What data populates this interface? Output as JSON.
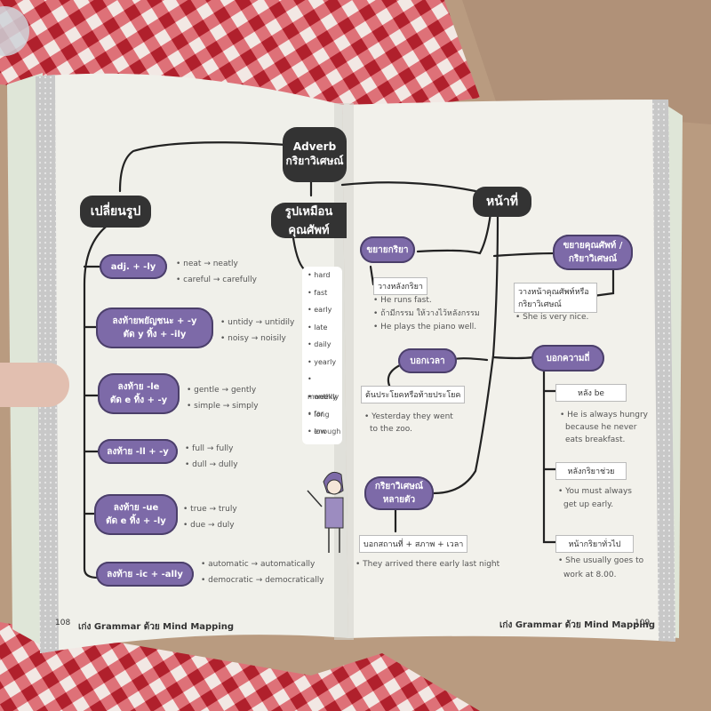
{
  "left_page": {
    "root": {
      "line1": "Adverb",
      "line2": "กริยาวิเศษณ์"
    },
    "change_title": "เปลี่ยนรูป",
    "same_title": "รูปเหมือนคุณศัพท์",
    "rules": [
      {
        "label": [
          "adj. + -ly"
        ],
        "examples": [
          "• neat → neatly",
          "• careful → carefully"
        ]
      },
      {
        "label": [
          "ลงท้ายพยัญชนะ + -y",
          "ตัด y ทิ้ง + -ily"
        ],
        "examples": [
          "• untidy → untidily",
          "• noisy → noisily"
        ]
      },
      {
        "label": [
          "ลงท้าย -le",
          "ตัด e ทิ้ง + -y"
        ],
        "examples": [
          "• gentle → gently",
          "• simple → simply"
        ]
      },
      {
        "label": [
          "ลงท้าย -ll + -y"
        ],
        "examples": [
          "• full → fully",
          "• dull → dully"
        ]
      },
      {
        "label": [
          "ลงท้าย -ue",
          "ตัด e ทิ้ง + -ly"
        ],
        "examples": [
          "• true → truly",
          "• due → duly"
        ]
      },
      {
        "label": [
          "ลงท้าย -ic + -ally"
        ],
        "examples": [
          "• automatic → automatically",
          "• democratic → democratically"
        ]
      }
    ],
    "same_words": [
      "• hard",
      "• fast",
      "• early",
      "• late",
      "• daily",
      "• yearly",
      "• monthly",
      "• weekly",
      "• far",
      "• low",
      "• long",
      "• enough"
    ],
    "page_number": "108",
    "footer": "เก่ง Grammar ด้วย Mind Mapping"
  },
  "right_page": {
    "title": "หน้าที่",
    "verb_mod": "ขยายกริยา",
    "verb_mod_sub": "วางหลังกริยา",
    "verb_mod_examples": [
      "• He runs fast.",
      "• ถ้ามีกรรม ให้วางไว้หลังกรรม",
      "• He plays the piano well."
    ],
    "adj_mod": [
      "ขยายคุณศัพท์ /",
      "กริยาวิเศษณ์"
    ],
    "adj_mod_sub": [
      "วางหน้าคุณศัพท์หรือ",
      "กริยาวิเศษณ์"
    ],
    "adj_mod_example": "• She is very nice.",
    "time": "บอกเวลา",
    "time_sub": "ต้นประโยคหรือท้ายประโยค",
    "time_example": [
      "• Yesterday they went",
      "to the zoo."
    ],
    "frequency": "บอกความถี่",
    "freq_items": [
      {
        "label": "หลัง be",
        "example": [
          "• He is always hungry",
          "because he never",
          "eats breakfast."
        ]
      },
      {
        "label": "หลังกริยาช่วย",
        "example": [
          "• You must always",
          "get up early."
        ]
      },
      {
        "label": "หน้ากริยาทั่วไป",
        "example": [
          "• She usually goes to",
          "work at 8.00."
        ]
      }
    ],
    "multi": [
      "กริยาวิเศษณ์",
      "หลายตัว"
    ],
    "multi_sub": "บอกสถานที่ + สภาพ + เวลา",
    "multi_example": "• They arrived there early last night",
    "page_number": "109",
    "footer": "เก่ง Grammar ด้วย Mind Mapping"
  },
  "colors": {
    "purple": "#7d6aa8",
    "dark": "#333333",
    "page": "#f1f0ea",
    "cloth_red": "#c8323c"
  }
}
